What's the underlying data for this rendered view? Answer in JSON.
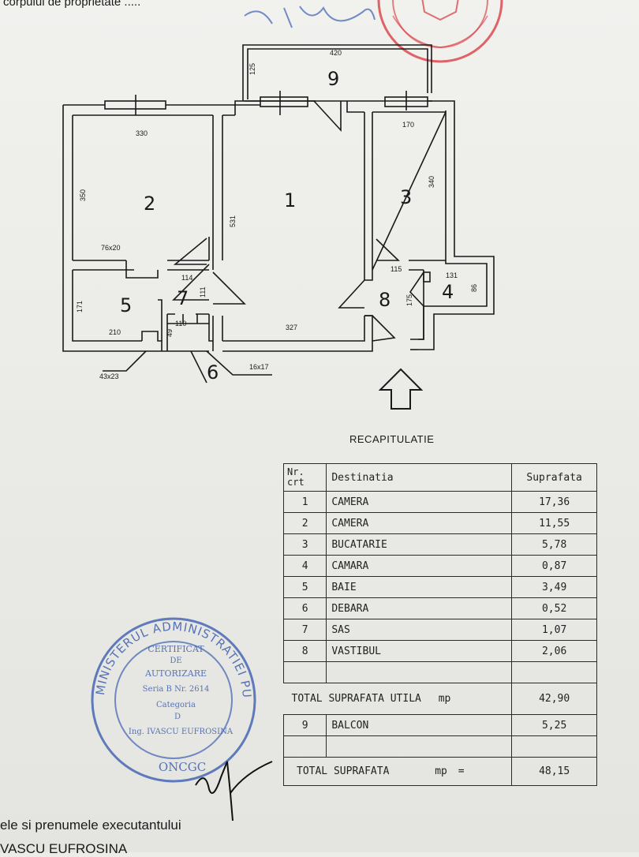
{
  "header_text": "corpului de proprietate .....",
  "floor_plan": {
    "rooms": [
      "1",
      "2",
      "3",
      "4",
      "5",
      "6",
      "7",
      "8",
      "9"
    ],
    "dimensions": {
      "d420": "420",
      "d125": "125",
      "d330": "330",
      "d170": "170",
      "d350": "350",
      "d340": "340",
      "d531": "531",
      "d76x20": "76x20",
      "d114": "114",
      "d115": "115",
      "d131": "131",
      "d86": "86",
      "d171": "171",
      "d111": "111",
      "d175": "175",
      "d210": "210",
      "d49": "49",
      "d110": "110",
      "d327": "327",
      "d43x23": "43x23",
      "d16x17": "16x17"
    }
  },
  "recap_title": "RECAPITULATIE",
  "table": {
    "header": {
      "nr_line1": "Nr.",
      "nr_line2": "crt",
      "destination": "Destinatia",
      "area": "Suprafata"
    },
    "rows": [
      {
        "nr": "1",
        "name": "CAMERA",
        "area": "17,36"
      },
      {
        "nr": "2",
        "name": "CAMERA",
        "area": "11,55"
      },
      {
        "nr": "3",
        "name": "BUCATARIE",
        "area": "5,78"
      },
      {
        "nr": "4",
        "name": "CAMARA",
        "area": "0,87"
      },
      {
        "nr": "5",
        "name": "BAIE",
        "area": "3,49"
      },
      {
        "nr": "6",
        "name": "DEBARA",
        "area": "0,52"
      },
      {
        "nr": "7",
        "name": "SAS",
        "area": "1,07"
      },
      {
        "nr": "8",
        "name": "VASTIBUL",
        "area": "2,06"
      }
    ],
    "total_util": {
      "label": "TOTAL SUPRAFATA UTILA",
      "unit": "mp",
      "value": "42,90"
    },
    "balcony": {
      "nr": "9",
      "name": "BALCON",
      "area": "5,25"
    },
    "total": {
      "label": "TOTAL SUPRAFATA",
      "unit": "mp",
      "eq": "=",
      "value": "48,15"
    }
  },
  "stamp": {
    "ring": "MINISTERUL ADMINISTRATIEI PUBLICE",
    "line1": "CERTIFICAT",
    "line2": "DE",
    "line3": "AUTORIZARE",
    "line4": "Seria B Nr. 2614",
    "line5": "Categoria",
    "line6": "D",
    "line7": "Ing. IVASCU EUFROSINA",
    "bottom": "ONCGC"
  },
  "footer": {
    "line1": "ele si prenumele executantului",
    "line2": "VASCU EUFROSINA"
  },
  "colors": {
    "ink": "#1a1a1a",
    "stamp_blue": "#3d5fb0",
    "seal_red": "#d8333a"
  }
}
